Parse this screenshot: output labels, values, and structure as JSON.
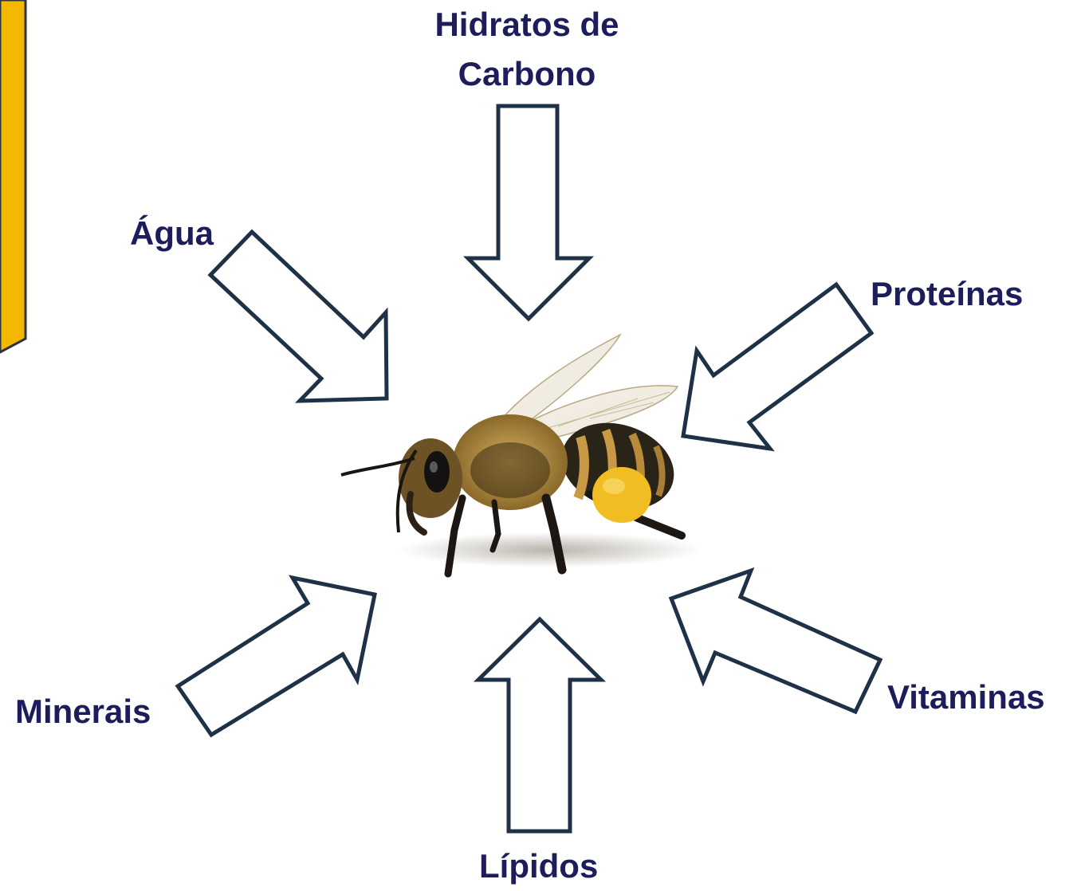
{
  "labels": {
    "top_line1": "Hidratos de",
    "top_line2": "Carbono",
    "water": "Água",
    "proteins": "Proteínas",
    "minerals": "Minerais",
    "vitamins": "Vitaminas",
    "lipids": "Lípidos"
  },
  "colors": {
    "text": "#1d1d5b",
    "arrow_stroke": "#1f3147",
    "accent_bar": "#f4b800",
    "accent_edge": "#2c3440",
    "pollen": "#f2bd22"
  },
  "icons": {
    "center": "bee-icon"
  }
}
